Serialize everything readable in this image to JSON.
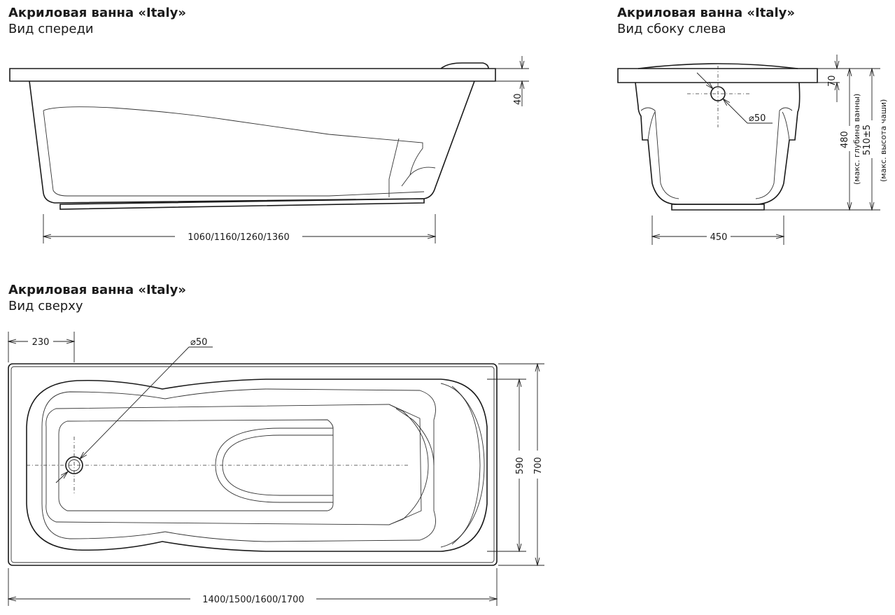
{
  "views": {
    "front": {
      "title": "Акриловая ванна «Italy»",
      "subtitle": "Вид спереди",
      "dim_length": "1060/1160/1260/1360",
      "dim_rim": "40"
    },
    "side": {
      "title": "Акриловая ванна «Italy»",
      "subtitle": "Вид сбоку слева",
      "dim_rim": "70",
      "dim_depth": "480",
      "dim_depth_note": "(макс. глубина ванны)",
      "dim_height": "510±5",
      "dim_height_note": "(макс. высота чаши)",
      "dim_width": "450",
      "dim_drain": "⌀50"
    },
    "top": {
      "title": "Акриловая ванна «Italy»",
      "subtitle": "Вид сверху",
      "dim_drain_offset": "230",
      "dim_drain": "⌀50",
      "dim_inner_width": "590",
      "dim_outer_width": "700",
      "dim_length": "1400/1500/1600/1700"
    }
  }
}
